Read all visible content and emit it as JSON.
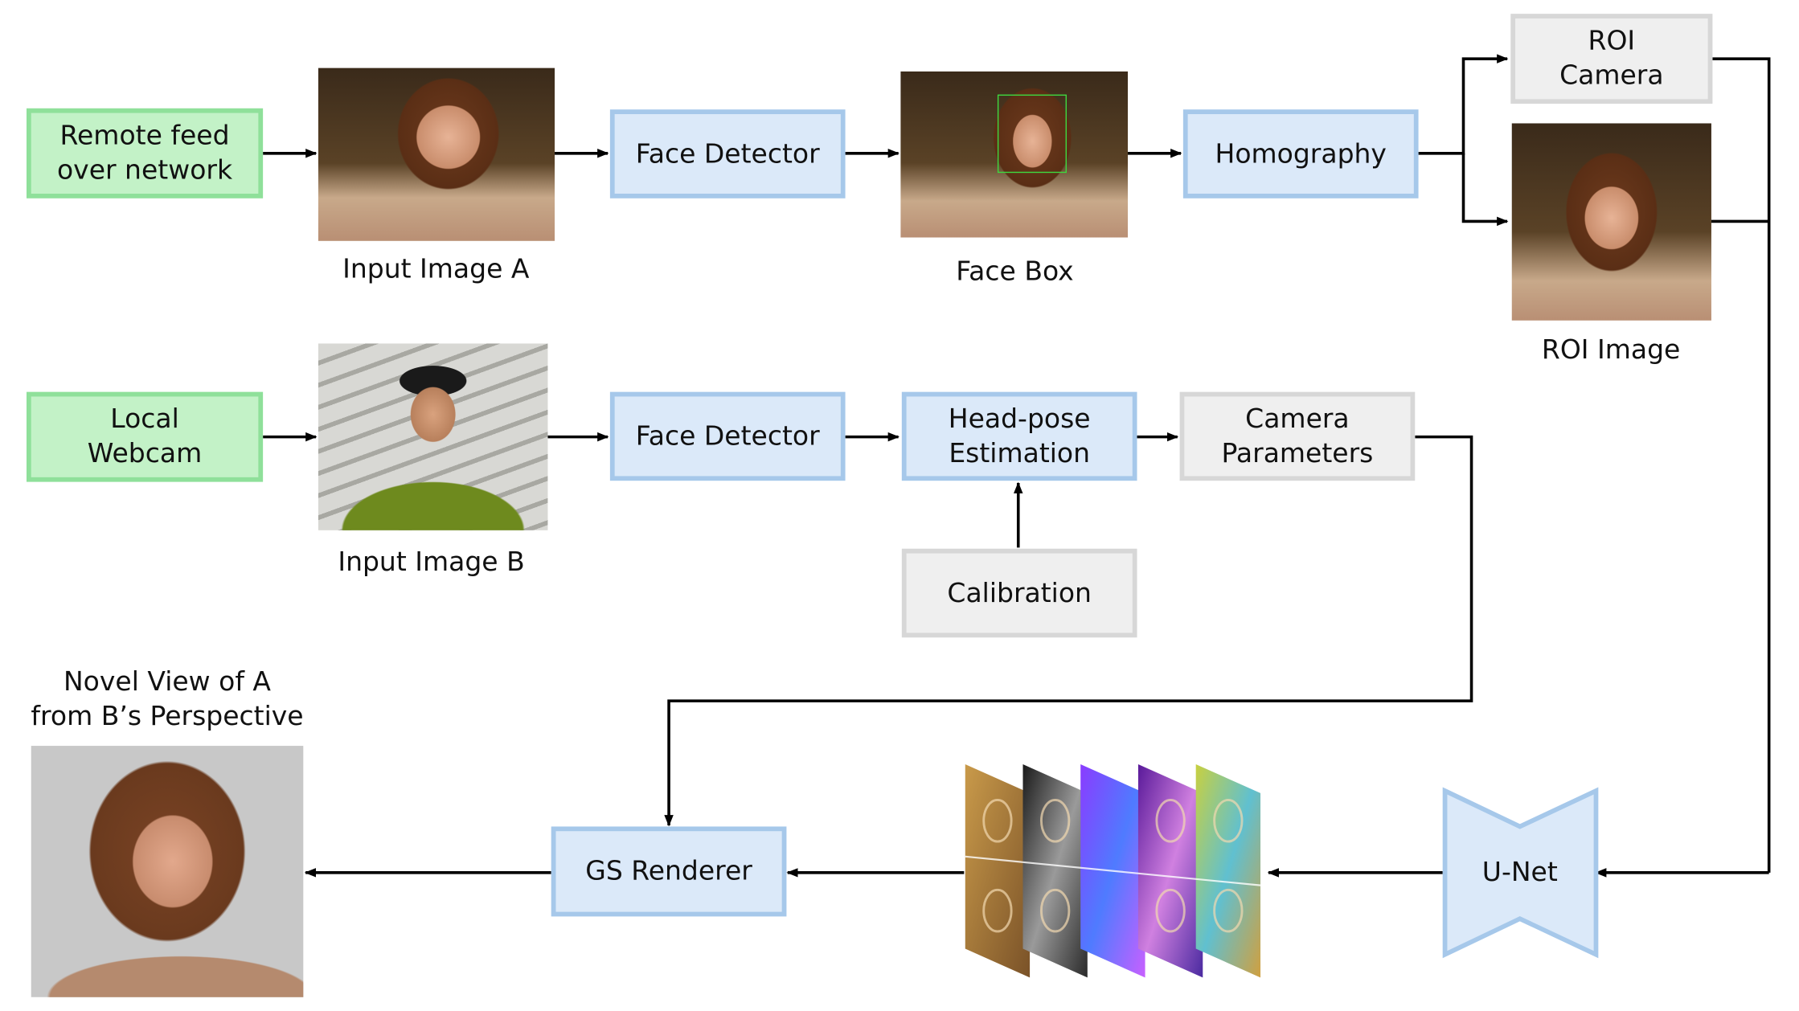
{
  "nodes": {
    "remote_feed": [
      "Remote feed",
      "over network"
    ],
    "local_webcam": [
      "Local",
      "Webcam"
    ],
    "face_detector_top": "Face Detector",
    "face_detector_bottom": "Face Detector",
    "homography": "Homography",
    "roi_camera": [
      "ROI",
      "Camera"
    ],
    "head_pose": [
      "Head-pose",
      "Estimation"
    ],
    "camera_params": [
      "Camera",
      "Parameters"
    ],
    "calibration": "Calibration",
    "gs_renderer": "GS Renderer",
    "unet": "U-Net"
  },
  "captions": {
    "input_a": "Input Image A",
    "face_box": "Face Box",
    "roi_image": "ROI Image",
    "input_b": "Input Image B",
    "novel_view": [
      "Novel View of A",
      "from B’s Perspective"
    ]
  },
  "colors": {
    "green_fill": "#c3f2c7",
    "green_border": "#8fe09a",
    "blue_fill": "#dbe9f9",
    "blue_border": "#a6c8ea",
    "gray_fill": "#efefef",
    "gray_border": "#d7d7d7"
  }
}
